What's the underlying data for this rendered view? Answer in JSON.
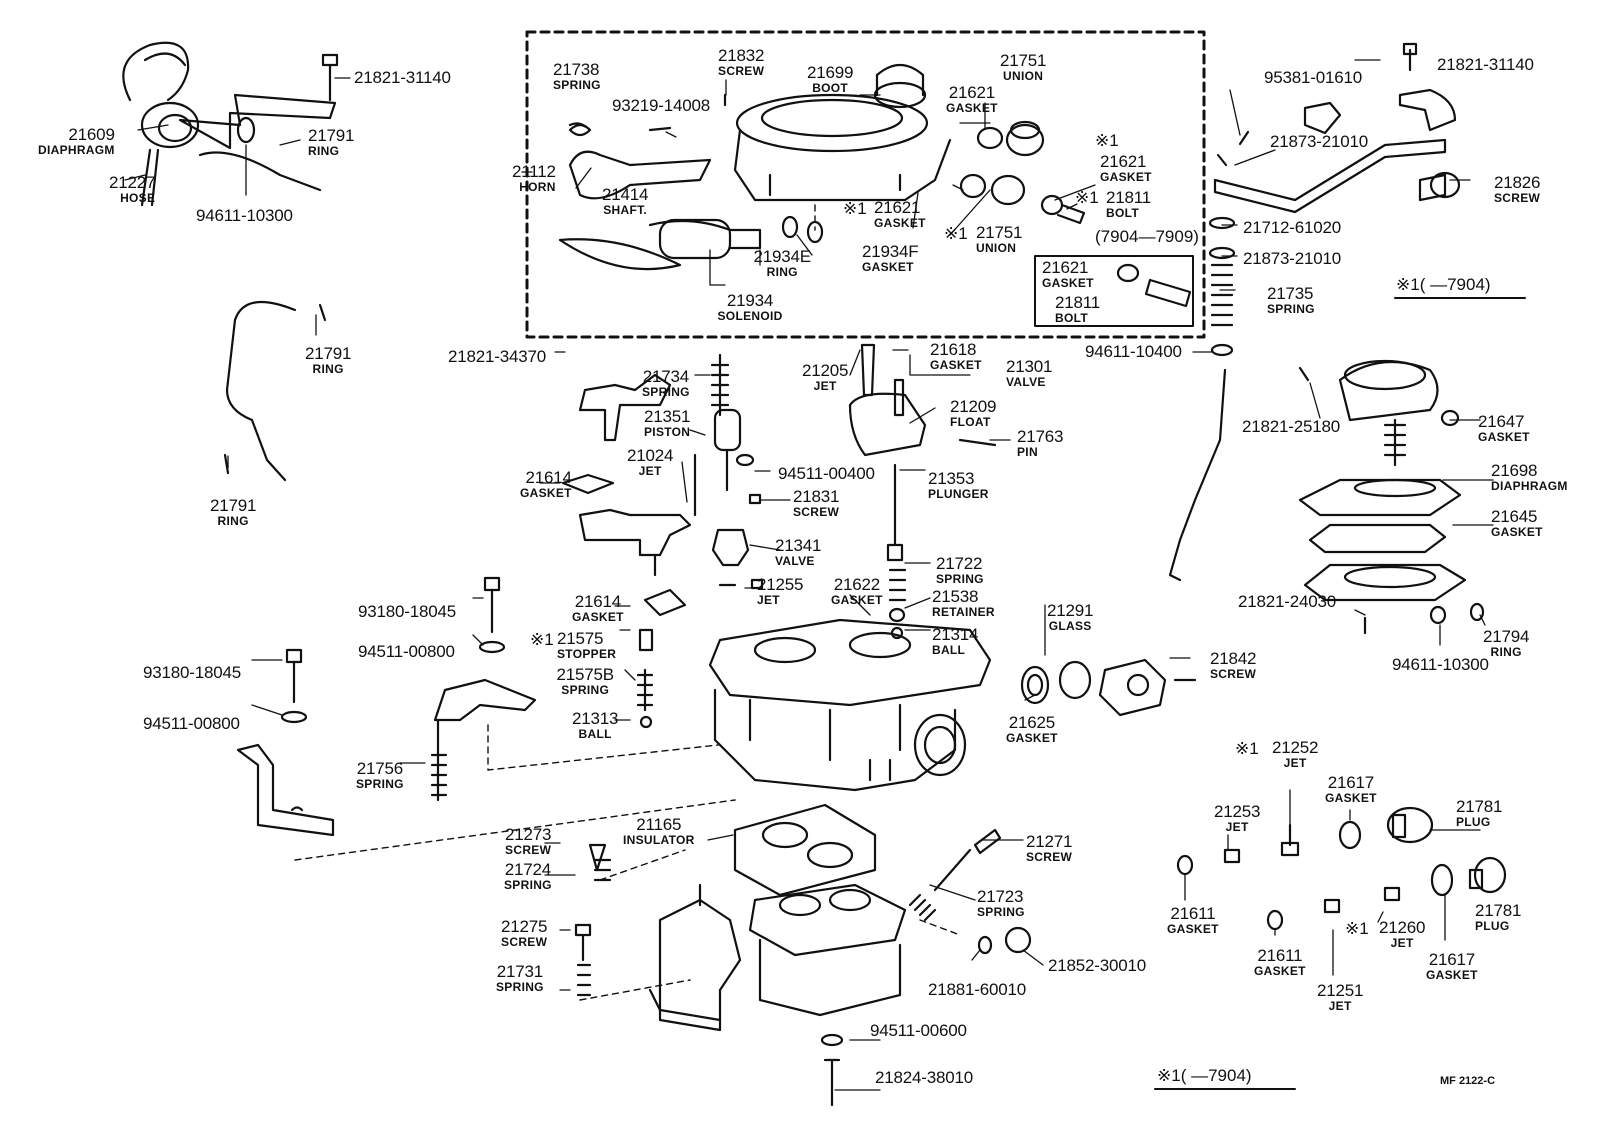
{
  "labels": {
    "p21609": {
      "num": "21609",
      "name": "DIAPHRAGM"
    },
    "p21227": {
      "num": "21227",
      "name": "HOSE"
    },
    "p21821_31140a": {
      "num": "21821-31140",
      "name": ""
    },
    "p21791a": {
      "num": "21791",
      "name": "RING"
    },
    "p94611_10300a": {
      "num": "94611-10300",
      "name": ""
    },
    "p21791b": {
      "num": "21791",
      "name": "RING"
    },
    "p21791c": {
      "num": "21791",
      "name": "RING"
    },
    "p21738": {
      "num": "21738",
      "name": "SPRING"
    },
    "p21832": {
      "num": "21832",
      "name": "SCREW"
    },
    "p93219": {
      "num": "93219-14008",
      "name": ""
    },
    "p21699": {
      "num": "21699",
      "name": "BOOT"
    },
    "p21751a": {
      "num": "21751",
      "name": "UNION"
    },
    "p21621a": {
      "num": "21621",
      "name": "GASKET"
    },
    "p21112": {
      "num": "21112",
      "name": "HORN"
    },
    "p21414": {
      "num": "21414",
      "name": "SHAFT."
    },
    "p21621b": {
      "num": "21621",
      "name": "GASKET"
    },
    "p21621c": {
      "num": "21621",
      "name": "GASKET"
    },
    "p21751b": {
      "num": "21751",
      "name": "UNION"
    },
    "p21811a": {
      "num": "21811",
      "name": "BOLT"
    },
    "p21934e": {
      "num": "21934E",
      "name": "RING"
    },
    "p21934f": {
      "num": "21934F",
      "name": "GASKET"
    },
    "p21934": {
      "num": "21934",
      "name": "SOLENOID"
    },
    "p21621d": {
      "num": "21621",
      "name": "GASKET"
    },
    "p21811b": {
      "num": "21811",
      "name": "BOLT"
    },
    "p95381": {
      "num": "95381-01610",
      "name": ""
    },
    "p21821_31140b": {
      "num": "21821-31140",
      "name": ""
    },
    "p21873a": {
      "num": "21873-21010",
      "name": ""
    },
    "p21826": {
      "num": "21826",
      "name": "SCREW"
    },
    "p21712": {
      "num": "21712-61020",
      "name": ""
    },
    "p21873b": {
      "num": "21873-21010",
      "name": ""
    },
    "p21735": {
      "num": "21735",
      "name": "SPRING"
    },
    "p94611_10400": {
      "num": "94611-10400",
      "name": ""
    },
    "p21821_34370": {
      "num": "21821-34370",
      "name": ""
    },
    "p21734": {
      "num": "21734",
      "name": "SPRING"
    },
    "p21205": {
      "num": "21205",
      "name": "JET"
    },
    "p21618": {
      "num": "21618",
      "name": "GASKET"
    },
    "p21301": {
      "num": "21301",
      "name": "VALVE"
    },
    "p21209": {
      "num": "21209",
      "name": "FLOAT"
    },
    "p21763": {
      "num": "21763",
      "name": "PIN"
    },
    "p21351": {
      "num": "21351",
      "name": "PISTON"
    },
    "p21024": {
      "num": "21024",
      "name": "JET"
    },
    "p21614a": {
      "num": "21614",
      "name": "GASKET"
    },
    "p94511_00400": {
      "num": "94511-00400",
      "name": ""
    },
    "p21831": {
      "num": "21831",
      "name": "SCREW"
    },
    "p21353": {
      "num": "21353",
      "name": "PLUNGER"
    },
    "p21341": {
      "num": "21341",
      "name": "VALVE"
    },
    "p21722": {
      "num": "21722",
      "name": "SPRING"
    },
    "p21255": {
      "num": "21255",
      "name": "JET"
    },
    "p21622": {
      "num": "21622",
      "name": "GASKET"
    },
    "p21538": {
      "num": "21538",
      "name": "RETAINER"
    },
    "p21614b": {
      "num": "21614",
      "name": "GASKET"
    },
    "p21314": {
      "num": "21314",
      "name": "BALL"
    },
    "p21575": {
      "num": "21575",
      "name": "STOPPER"
    },
    "p21575b": {
      "num": "21575B",
      "name": "SPRING"
    },
    "p21313": {
      "num": "21313",
      "name": "BALL"
    },
    "p93180a": {
      "num": "93180-18045",
      "name": ""
    },
    "p94511_00800a": {
      "num": "94511-00800",
      "name": ""
    },
    "p93180b": {
      "num": "93180-18045",
      "name": ""
    },
    "p94511_00800b": {
      "num": "94511-00800",
      "name": ""
    },
    "p21756": {
      "num": "21756",
      "name": "SPRING"
    },
    "p21291": {
      "num": "21291",
      "name": "GLASS"
    },
    "p21842": {
      "num": "21842",
      "name": "SCREW"
    },
    "p21625": {
      "num": "21625",
      "name": "GASKET"
    },
    "p21165": {
      "num": "21165",
      "name": "INSULATOR"
    },
    "p21273": {
      "num": "21273",
      "name": "SCREW"
    },
    "p21724": {
      "num": "21724",
      "name": "SPRING"
    },
    "p21271": {
      "num": "21271",
      "name": "SCREW"
    },
    "p21723": {
      "num": "21723",
      "name": "SPRING"
    },
    "p21275": {
      "num": "21275",
      "name": "SCREW"
    },
    "p21731": {
      "num": "21731",
      "name": "SPRING"
    },
    "p21852": {
      "num": "21852-30010",
      "name": ""
    },
    "p21881": {
      "num": "21881-60010",
      "name": ""
    },
    "p94511_00600": {
      "num": "94511-00600",
      "name": ""
    },
    "p21824": {
      "num": "21824-38010",
      "name": ""
    },
    "p21821_25180": {
      "num": "21821-25180",
      "name": ""
    },
    "p21647": {
      "num": "21647",
      "name": "GASKET"
    },
    "p21698": {
      "num": "21698",
      "name": "DIAPHRAGM"
    },
    "p21645": {
      "num": "21645",
      "name": "GASKET"
    },
    "p21821_24030": {
      "num": "21821-24030",
      "name": ""
    },
    "p21794": {
      "num": "21794",
      "name": "RING"
    },
    "p94611_10300b": {
      "num": "94611-10300",
      "name": ""
    },
    "p21252": {
      "num": "21252",
      "name": "JET"
    },
    "p21253": {
      "num": "21253",
      "name": "JET"
    },
    "p21617a": {
      "num": "21617",
      "name": "GASKET"
    },
    "p21781a": {
      "num": "21781",
      "name": "PLUG"
    },
    "p21611a": {
      "num": "21611",
      "name": "GASKET"
    },
    "p21611b": {
      "num": "21611",
      "name": "GASKET"
    },
    "p21260": {
      "num": "21260",
      "name": "JET"
    },
    "p21251": {
      "num": "21251",
      "name": "JET"
    },
    "p21617b": {
      "num": "21617",
      "name": "GASKET"
    },
    "p21781b": {
      "num": "21781",
      "name": "PLUG"
    }
  },
  "marks": {
    "m21621b": "※1",
    "m21751b": "※1",
    "m21811a": "※1",
    "m21621a_top": "※1",
    "m21575": "※1",
    "m21252": "※1",
    "m21260": "※1"
  },
  "notes": {
    "range_7904_7909": "(7904—7909)",
    "legend_right": "※1(       —7904)",
    "legend_bottom": "※1(       —7904)"
  },
  "code": "MF 2122-C"
}
